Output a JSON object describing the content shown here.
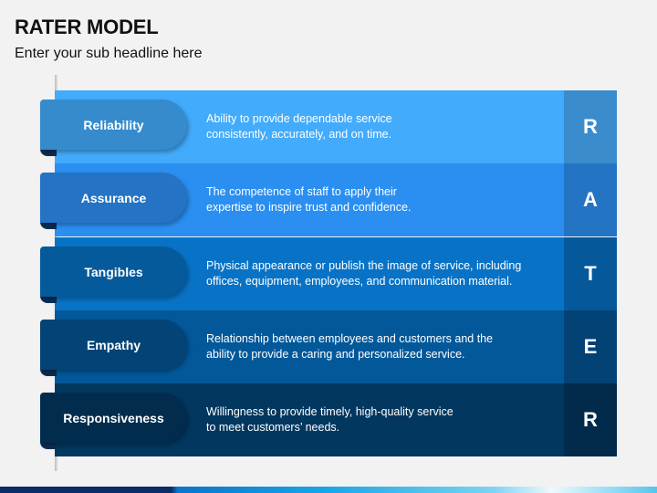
{
  "header": {
    "title": "RATER MODEL",
    "subtitle": "Enter your sub headline here"
  },
  "rows": [
    {
      "label": "Reliability",
      "description": "Ability to provide dependable service\nconsistently, accurately, and on time.",
      "letter": "R",
      "panel_color": "#42abfb",
      "letter_color": "#3a8ccc",
      "pill_color": "#358bcc",
      "curl_color": "#0b2e55"
    },
    {
      "label": "Assurance",
      "description": "The competence of staff to apply their\nexpertise to inspire trust and confidence.",
      "letter": "A",
      "panel_color": "#2a8ff0",
      "letter_color": "#2474c4",
      "pill_color": "#2573c4",
      "curl_color": "#0b2e55"
    },
    {
      "label": "Tangibles",
      "description": "Physical appearance or publish the image of service, including\noffices, equipment, employees, and communication material.",
      "letter": "T",
      "panel_color": "#0873c6",
      "letter_color": "#05599b",
      "pill_color": "#055a9c",
      "curl_color": "#0b2e55"
    },
    {
      "label": "Empathy",
      "description": "Relationship between employees and customers and the\nability to provide a caring and personalized service.",
      "letter": "E",
      "panel_color": "#03589a",
      "letter_color": "#034274",
      "pill_color": "#034375",
      "curl_color": "#0b2e55"
    },
    {
      "label": "Responsiveness",
      "description": "Willingness to provide timely, high-quality service\nto meet customers’ needs.",
      "letter": "R",
      "panel_color": "#02375f",
      "letter_color": "#012a4b",
      "pill_color": "#022c4e",
      "curl_color": "#0b2e55"
    }
  ]
}
